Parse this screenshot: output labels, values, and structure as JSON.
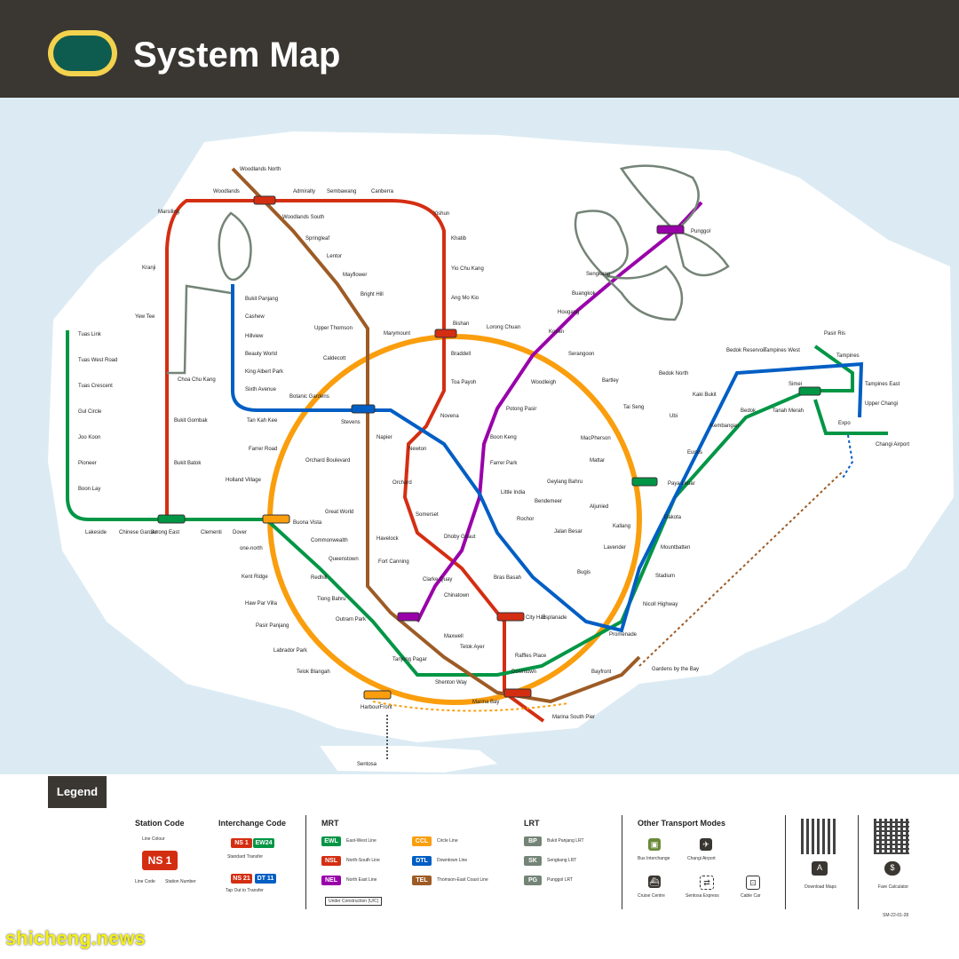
{
  "header": {
    "title": "System Map"
  },
  "colors": {
    "ewl": "#009645",
    "nsl": "#d42e12",
    "nel": "#9900aa",
    "ccl": "#fa9e0d",
    "dtl": "#005ec4",
    "tel": "#9d5b25",
    "lrt": "#748477",
    "sea": "#dcebf3",
    "land": "#ffffff"
  },
  "stations": [
    {
      "name": "Woodlands North"
    },
    {
      "name": "Woodlands"
    },
    {
      "name": "Admiralty"
    },
    {
      "name": "Sembawang"
    },
    {
      "name": "Canberra"
    },
    {
      "name": "Yishun"
    },
    {
      "name": "Khatib"
    },
    {
      "name": "Yio Chu Kang"
    },
    {
      "name": "Ang Mo Kio"
    },
    {
      "name": "Bishan"
    },
    {
      "name": "Braddell"
    },
    {
      "name": "Toa Payoh"
    },
    {
      "name": "Novena"
    },
    {
      "name": "Newton"
    },
    {
      "name": "Orchard"
    },
    {
      "name": "Somerset"
    },
    {
      "name": "Dhoby Ghaut"
    },
    {
      "name": "City Hall"
    },
    {
      "name": "Raffles Place"
    },
    {
      "name": "Marina Bay"
    },
    {
      "name": "Marina South Pier"
    },
    {
      "name": "Marsiling"
    },
    {
      "name": "Kranji"
    },
    {
      "name": "Yew Tee"
    },
    {
      "name": "Choa Chu Kang"
    },
    {
      "name": "Bukit Gombak"
    },
    {
      "name": "Bukit Batok"
    },
    {
      "name": "Jurong East"
    },
    {
      "name": "Tuas Link"
    },
    {
      "name": "Tuas West Road"
    },
    {
      "name": "Tuas Crescent"
    },
    {
      "name": "Gul Circle"
    },
    {
      "name": "Joo Koon"
    },
    {
      "name": "Pioneer"
    },
    {
      "name": "Boon Lay"
    },
    {
      "name": "Lakeside"
    },
    {
      "name": "Chinese Garden"
    },
    {
      "name": "Clementi"
    },
    {
      "name": "Dover"
    },
    {
      "name": "Buona Vista"
    },
    {
      "name": "Commonwealth"
    },
    {
      "name": "Queenstown"
    },
    {
      "name": "Redhill"
    },
    {
      "name": "Tiong Bahru"
    },
    {
      "name": "Outram Park"
    },
    {
      "name": "Tanjong Pagar"
    },
    {
      "name": "Bugis"
    },
    {
      "name": "Lavender"
    },
    {
      "name": "Kallang"
    },
    {
      "name": "Aljunied"
    },
    {
      "name": "Paya Lebar"
    },
    {
      "name": "Eunos"
    },
    {
      "name": "Kembangan"
    },
    {
      "name": "Bedok"
    },
    {
      "name": "Tanah Merah"
    },
    {
      "name": "Simei"
    },
    {
      "name": "Tampines"
    },
    {
      "name": "Pasir Ris"
    },
    {
      "name": "Expo"
    },
    {
      "name": "Changi Airport"
    },
    {
      "name": "Punggol"
    },
    {
      "name": "Sengkang"
    },
    {
      "name": "Buangkok"
    },
    {
      "name": "Hougang"
    },
    {
      "name": "Kovan"
    },
    {
      "name": "Serangoon"
    },
    {
      "name": "Woodleigh"
    },
    {
      "name": "Potong Pasir"
    },
    {
      "name": "Boon Keng"
    },
    {
      "name": "Farrer Park"
    },
    {
      "name": "Little India"
    },
    {
      "name": "Clarke Quay"
    },
    {
      "name": "Chinatown"
    },
    {
      "name": "HarbourFront"
    },
    {
      "name": "Sentosa"
    },
    {
      "name": "Bukit Panjang"
    },
    {
      "name": "Cashew"
    },
    {
      "name": "Hillview"
    },
    {
      "name": "Beauty World"
    },
    {
      "name": "King Albert Park"
    },
    {
      "name": "Sixth Avenue"
    },
    {
      "name": "Tan Kah Kee"
    },
    {
      "name": "Botanic Gardens"
    },
    {
      "name": "Stevens"
    },
    {
      "name": "Rochor"
    },
    {
      "name": "Bendemeer"
    },
    {
      "name": "Geylang Bahru"
    },
    {
      "name": "Mattar"
    },
    {
      "name": "MacPherson"
    },
    {
      "name": "Ubi"
    },
    {
      "name": "Kaki Bukit"
    },
    {
      "name": "Bedok North"
    },
    {
      "name": "Bedok Reservoir"
    },
    {
      "name": "Tampines West"
    },
    {
      "name": "Tampines East"
    },
    {
      "name": "Upper Changi"
    },
    {
      "name": "Caldecott"
    },
    {
      "name": "Marymount"
    },
    {
      "name": "Lorong Chuan"
    },
    {
      "name": "Bartley"
    },
    {
      "name": "Tai Seng"
    },
    {
      "name": "Dakota"
    },
    {
      "name": "Mountbatten"
    },
    {
      "name": "Stadium"
    },
    {
      "name": "Nicoll Highway"
    },
    {
      "name": "Promenade"
    },
    {
      "name": "Esplanade"
    },
    {
      "name": "Bras Basah"
    },
    {
      "name": "Holland Village"
    },
    {
      "name": "Farrer Road"
    },
    {
      "name": "one-north"
    },
    {
      "name": "Kent Ridge"
    },
    {
      "name": "Haw Par Villa"
    },
    {
      "name": "Pasir Panjang"
    },
    {
      "name": "Labrador Park"
    },
    {
      "name": "Telok Blangah"
    },
    {
      "name": "Woodlands South"
    },
    {
      "name": "Springleaf"
    },
    {
      "name": "Lentor"
    },
    {
      "name": "Mayflower"
    },
    {
      "name": "Bright Hill"
    },
    {
      "name": "Upper Thomson"
    },
    {
      "name": "Napier"
    },
    {
      "name": "Orchard Boulevard"
    },
    {
      "name": "Great World"
    },
    {
      "name": "Havelock"
    },
    {
      "name": "Maxwell"
    },
    {
      "name": "Shenton Way"
    },
    {
      "name": "Gardens by the Bay"
    },
    {
      "name": "Fort Canning"
    },
    {
      "name": "Telok Ayer"
    },
    {
      "name": "Downtown"
    },
    {
      "name": "Bayfront"
    },
    {
      "name": "Jalan Besar"
    },
    {
      "name": "Bukit Batok"
    }
  ],
  "legend": {
    "title": "Legend",
    "station_code": {
      "heading": "Station Code",
      "line_colour": "Line Colour",
      "line_code": "Line Code",
      "station_number": "Station Number",
      "sample": "NS 1"
    },
    "interchange_code": {
      "heading": "Interchange Code",
      "standard": "Standard Transfer",
      "tap_out": "Tap Out to Transfer",
      "chip1a": "NS 1",
      "chip1b": "EW24",
      "chip2a": "NS 21",
      "chip2b": "DT 11"
    },
    "mrt": {
      "heading": "MRT",
      "items": [
        {
          "code": "EWL",
          "name": "East-West Line"
        },
        {
          "code": "NSL",
          "name": "North-South Line"
        },
        {
          "code": "NEL",
          "name": "North East Line"
        },
        {
          "code": "CCL",
          "name": "Circle Line"
        },
        {
          "code": "DTL",
          "name": "Downtown Line"
        },
        {
          "code": "TEL",
          "name": "Thomson-East Coast Line"
        }
      ],
      "under_construction": "Under Construction (U/C)"
    },
    "lrt": {
      "heading": "LRT",
      "items": [
        {
          "code": "BP",
          "name": "Bukit Panjang LRT"
        },
        {
          "code": "SK",
          "name": "Sengkang LRT"
        },
        {
          "code": "PG",
          "name": "Punggol LRT"
        }
      ]
    },
    "other": {
      "heading": "Other Transport Modes",
      "bus": "Bus Interchange",
      "airport": "Changi Airport",
      "cruise": "Cruise Centre",
      "sentosa": "Sentosa Express",
      "cable": "Cable Car"
    },
    "download": "Download Maps",
    "fare": "Fare Calculator",
    "code": "SM-22-01-28"
  },
  "watermark": "shicheng.news"
}
